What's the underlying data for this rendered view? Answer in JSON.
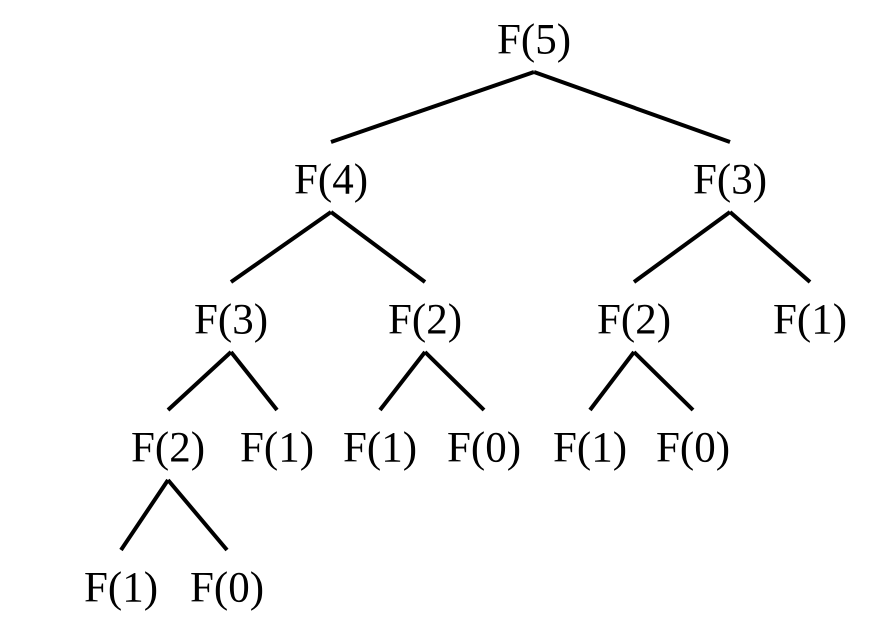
{
  "tree": {
    "nodes": [
      {
        "id": "n1",
        "label": "F(5)"
      },
      {
        "id": "n2",
        "label": "F(4)"
      },
      {
        "id": "n3",
        "label": "F(3)"
      },
      {
        "id": "n4",
        "label": "F(3)"
      },
      {
        "id": "n5",
        "label": "F(2)"
      },
      {
        "id": "n6",
        "label": "F(2)"
      },
      {
        "id": "n7",
        "label": "F(1)"
      },
      {
        "id": "n8",
        "label": "F(2)"
      },
      {
        "id": "n9",
        "label": "F(1)"
      },
      {
        "id": "n10",
        "label": "F(1)"
      },
      {
        "id": "n11",
        "label": "F(0)"
      },
      {
        "id": "n12",
        "label": "F(1)"
      },
      {
        "id": "n13",
        "label": "F(0)"
      },
      {
        "id": "n14",
        "label": "F(1)"
      },
      {
        "id": "n15",
        "label": "F(0)"
      }
    ],
    "edges": [
      {
        "from": "n1",
        "to": "n2"
      },
      {
        "from": "n1",
        "to": "n3"
      },
      {
        "from": "n2",
        "to": "n4"
      },
      {
        "from": "n2",
        "to": "n5"
      },
      {
        "from": "n3",
        "to": "n6"
      },
      {
        "from": "n3",
        "to": "n7"
      },
      {
        "from": "n4",
        "to": "n8"
      },
      {
        "from": "n4",
        "to": "n9"
      },
      {
        "from": "n5",
        "to": "n10"
      },
      {
        "from": "n5",
        "to": "n11"
      },
      {
        "from": "n6",
        "to": "n12"
      },
      {
        "from": "n6",
        "to": "n13"
      },
      {
        "from": "n8",
        "to": "n14"
      },
      {
        "from": "n8",
        "to": "n15"
      }
    ]
  }
}
